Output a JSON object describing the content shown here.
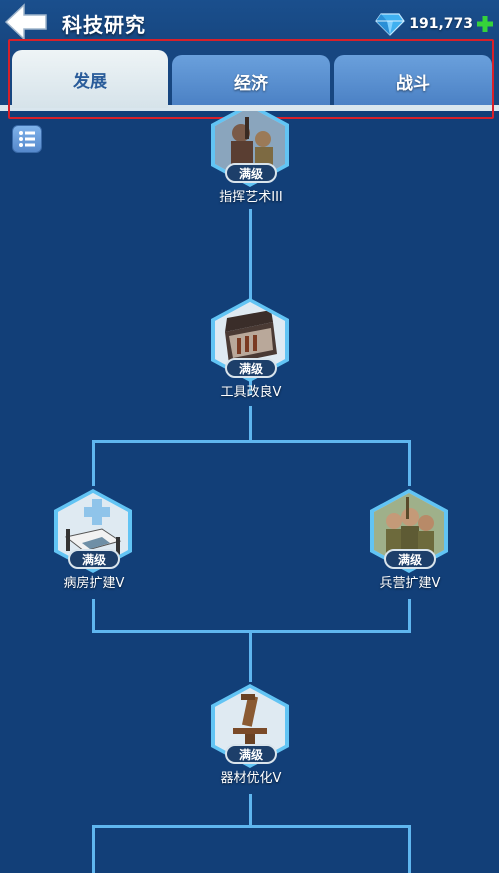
{
  "header": {
    "title": "科技研究",
    "currency_amount": "191,773",
    "back_icon": "back-arrow-icon",
    "gem_icon": "gem-icon",
    "add_icon": "plus-icon"
  },
  "tabs": [
    {
      "label": "发展",
      "active": true
    },
    {
      "label": "经济",
      "active": false
    },
    {
      "label": "战斗",
      "active": false
    }
  ],
  "tree": {
    "list_icon": "list-icon",
    "nodes": [
      {
        "name": "指挥艺术III",
        "status": "满级"
      },
      {
        "name": "工具改良V",
        "status": "满级"
      },
      {
        "name": "病房扩建V",
        "status": "满级"
      },
      {
        "name": "兵营扩建V",
        "status": "满级"
      },
      {
        "name": "器材优化V",
        "status": "满级"
      }
    ]
  },
  "colors": {
    "background": "#123f78",
    "tab_active": "#e3ecf1",
    "tab_inactive": "#5a90d2",
    "connector": "#5fb6ef",
    "highlight": "#d8202a"
  }
}
